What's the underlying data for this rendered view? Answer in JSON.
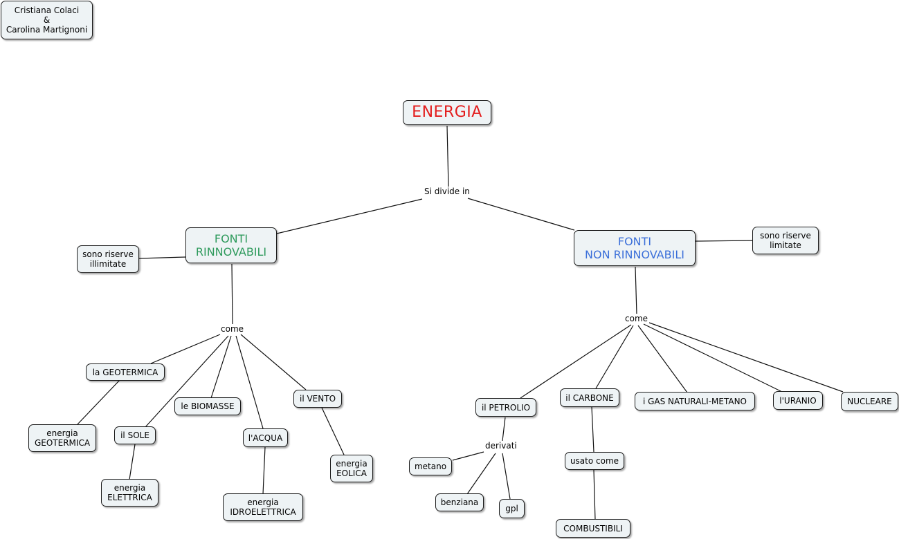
{
  "authors": {
    "line1": "Cristiana Colaci",
    "line2": "&",
    "line3": "Carolina Martignoni"
  },
  "colors": {
    "title": "#e31c1c",
    "renewable": "#2e9a5c",
    "non_renewable": "#3b6fd9",
    "node_fill": "#eef3f5"
  },
  "root": {
    "label": "ENERGIA"
  },
  "divide_phrase": "Si divide in",
  "renewable": {
    "label_line1": "FONTI",
    "label_line2": "RINNOVABILI",
    "reserves": "sono riserve\nillimitate",
    "link_phrase": "come",
    "items": {
      "geotermica": "la GEOTERMICA",
      "geotermica_energy": "energia\nGEOTERMICA",
      "sole": "il SOLE",
      "sole_energy": "energia\nELETTRICA",
      "biomasse": "le BIOMASSE",
      "acqua": "l'ACQUA",
      "acqua_energy": "energia\nIDROELETTRICA",
      "vento": "il VENTO",
      "vento_energy": "energia\nEOLICA"
    }
  },
  "non_renewable": {
    "label_line1": "FONTI",
    "label_line2": "NON RINNOVABILI",
    "reserves": "sono riserve\nlimitate",
    "link_phrase": "come",
    "items": {
      "petrolio": "il PETROLIO",
      "derivati_phrase": "derivati",
      "metano": "metano",
      "benziana": "benziana",
      "gpl": "gpl",
      "carbone": "il CARBONE",
      "usato_come": "usato come",
      "combustibili": "COMBUSTIBILI",
      "gas": "i GAS NATURALI-METANO",
      "uranio": "l'URANIO",
      "nucleare": "NUCLEARE"
    }
  }
}
